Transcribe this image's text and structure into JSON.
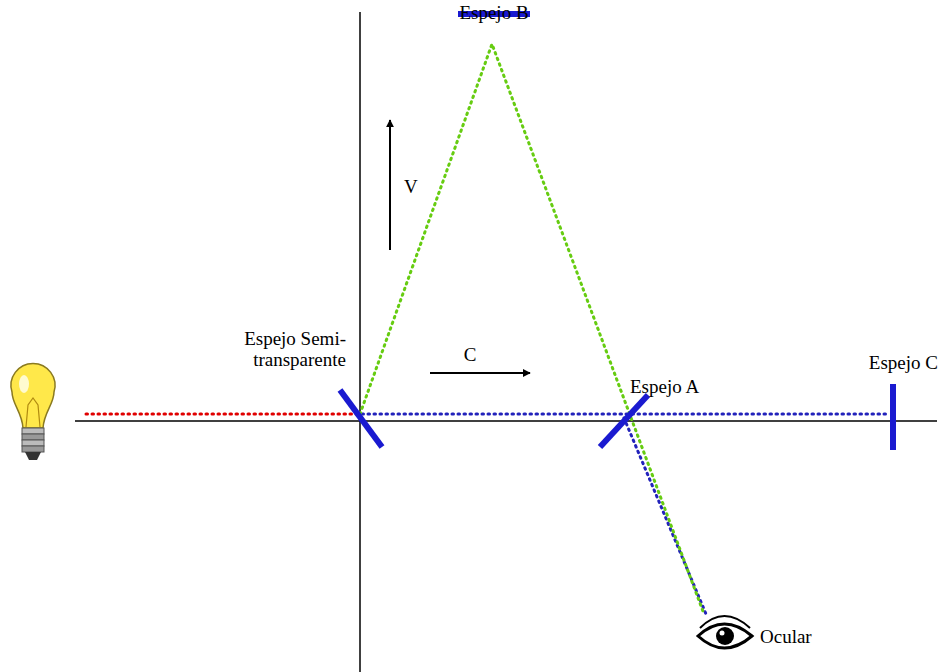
{
  "diagram": {
    "labels": [
      "Espejo B",
      "V",
      "Espejo Semi-transparente",
      "C",
      "Espejo A",
      "Espejo C",
      "Ocular"
    ]
  }
}
